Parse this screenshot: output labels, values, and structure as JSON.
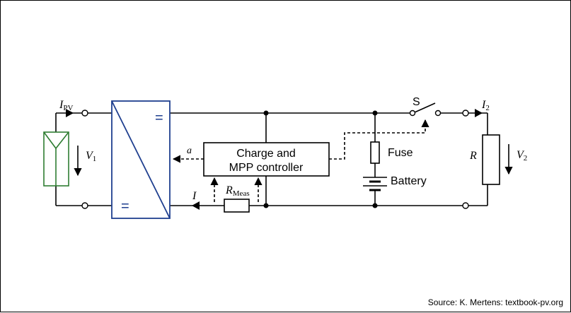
{
  "diagram": {
    "labels": {
      "i_pv": "I",
      "i_pv_sub": "PV",
      "v1": "V",
      "v1_sub": "1",
      "converter_top": "=",
      "converter_bottom": "=",
      "a": "a",
      "controller_line1": "Charge and",
      "controller_line2": "MPP controller",
      "current_i": "I",
      "r_meas": "R",
      "r_meas_sub": "Meas",
      "switch": "S",
      "fuse": "Fuse",
      "battery": "Battery",
      "i2": "I",
      "i2_sub": "2",
      "r_load": "R",
      "v2": "V",
      "v2_sub": "2"
    },
    "colors": {
      "converter": "#1f3f8f",
      "pv_module": "#2e7d32",
      "wire": "#000000"
    }
  },
  "footer": {
    "source": "Source: K. Mertens: textbook-pv.org"
  }
}
